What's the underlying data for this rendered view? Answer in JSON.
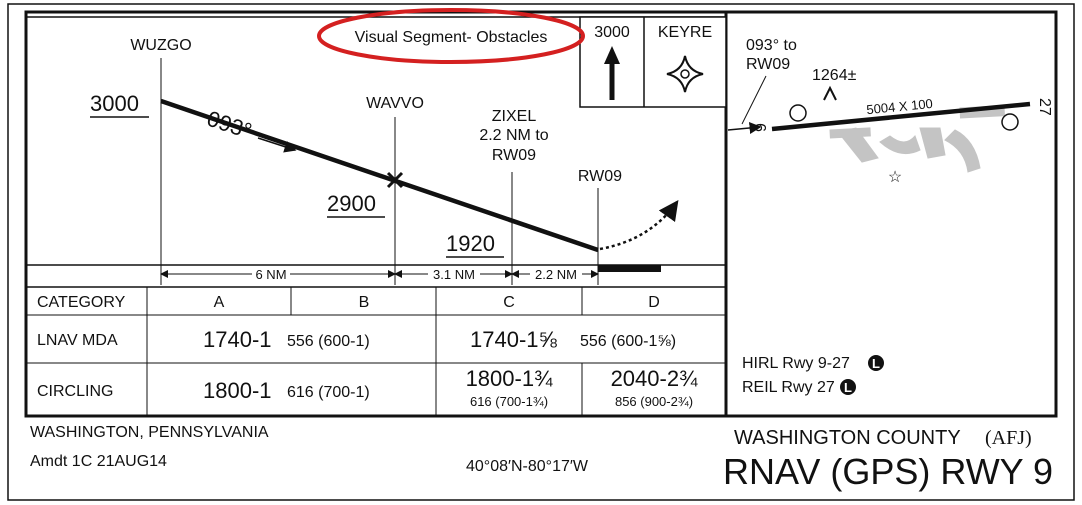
{
  "annotation": {
    "label": "Visual Segment- Obstacles",
    "color": "#d42020"
  },
  "profile": {
    "fixes": {
      "wuzgo": "WUZGO",
      "wavvo": "WAVVO",
      "zixel": "ZIXEL",
      "zixel_dist": "2.2 NM to",
      "zixel_rwy": "RW09",
      "rw09": "RW09"
    },
    "altitudes": {
      "wuzgo": "3000",
      "wavvo": "2900",
      "zixel": "1920"
    },
    "course": "093°",
    "distances": {
      "seg1": "6 NM",
      "seg2": "3.1 NM",
      "seg3": "2.2 NM"
    }
  },
  "missed_approach": {
    "altitude": "3000",
    "fix": "KEYRE"
  },
  "minimums": {
    "headers": [
      "CATEGORY",
      "A",
      "B",
      "C",
      "D"
    ],
    "lnav": {
      "label": "LNAV MDA",
      "ab_main": "1740-1",
      "ab_sub": "556 (600-1)",
      "cd_main": "1740-1⅝",
      "cd_sub": "556 (600-1⅝)"
    },
    "circling": {
      "label": "CIRCLING",
      "ab_main": "1800-1",
      "ab_sub": "616 (700-1)",
      "c_main": "1800-1¾",
      "c_sub": "616 (700-1¾)",
      "d_main": "2040-2¾",
      "d_sub": "856 (900-2¾)"
    }
  },
  "airport": {
    "course_label": "093° to",
    "course_rwy": "RW09",
    "elevation": "1264±",
    "runway_dims": "5004 X 100",
    "rwy_end_left": "9",
    "rwy_end_right": "27",
    "lighting1": "HIRL Rwy 9-27",
    "lighting2": "REIL Rwy 27",
    "lighting_badge": "L"
  },
  "footer": {
    "city": "WASHINGTON, PENNSYLVANIA",
    "amendment": "Amdt 1C  21AUG14",
    "coords": "40°08′N-80°17′W",
    "airport_name": "WASHINGTON COUNTY",
    "airport_id": "(AFJ)",
    "procedure": "RNAV (GPS) RWY 9"
  }
}
